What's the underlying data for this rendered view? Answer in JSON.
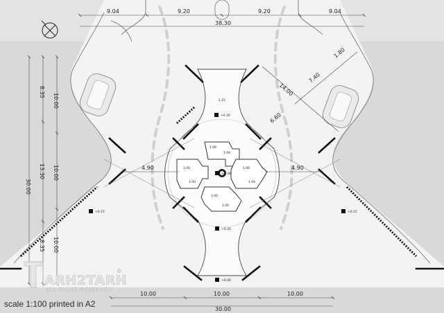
{
  "caption": "scale 1:100 printed in A2",
  "logo": {
    "main": "ARH2TARH",
    "sub": "ALL RIGHT RESERVED",
    "mark": "©"
  },
  "dimensions": {
    "top": [
      "9.04",
      "9.20",
      "9.20",
      "9.04"
    ],
    "top_total": "38.30",
    "left_outer": "30.00",
    "left_mid": [
      "8.35",
      "13.30",
      "8.35"
    ],
    "left_inner": [
      "10.00",
      "10.00",
      "10.00"
    ],
    "bottom": [
      "10.00",
      "10.00",
      "10.00"
    ],
    "bottom_total": "30.00",
    "arm_left": "4.90",
    "arm_right": "4.90",
    "diag_a": "14.00",
    "diag_b": "7.40",
    "diag_c": "6.60",
    "diag_d": "1.80",
    "small_top": "1.25"
  },
  "levels": {
    "top": "+0.20",
    "center": "+0.30",
    "bottom": "+0.20",
    "edge": "+0.00",
    "left": "+0.15",
    "right": "+0.15"
  },
  "room_codes": [
    "1.00",
    "1.00",
    "1.00",
    "1.00",
    "1.00",
    "1.00",
    "1.00",
    "1.00"
  ],
  "colors": {
    "ground": "#d9d9d9",
    "road": "#f3f3f3",
    "line": "#555555",
    "wall": "#111111"
  },
  "icons": [
    "north-arrow-icon"
  ]
}
